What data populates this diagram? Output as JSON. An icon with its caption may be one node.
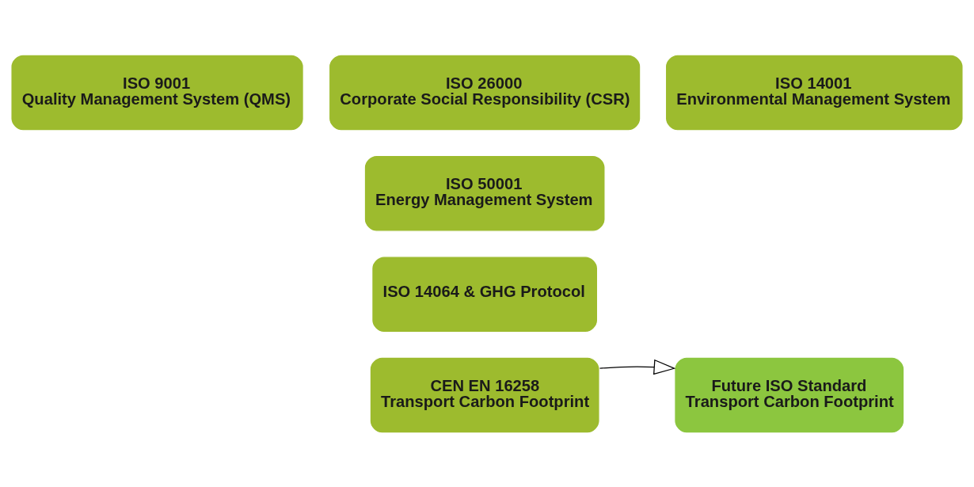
{
  "diagram": {
    "nodes": [
      {
        "text": [
          "ISO 9001",
          "Quality Management System (QMS)"
        ]
      },
      {
        "text": [
          "ISO 26000",
          "Corporate Social Responsibility (CSR)"
        ]
      },
      {
        "text": [
          "ISO 14001",
          "Environmental Management System"
        ]
      },
      {
        "text": [
          "ISO 50001",
          "Energy Management System"
        ]
      },
      {
        "text": [
          "ISO 14064 & GHG Protocol"
        ]
      },
      {
        "text": [
          "CEN EN 16258",
          "Transport Carbon Footprint"
        ]
      },
      {
        "text": [
          "Future ISO Standard",
          "Transport Carbon Footprint"
        ]
      }
    ],
    "edges": [
      {
        "from": 5,
        "to": 6,
        "arrow": "to"
      }
    ]
  }
}
